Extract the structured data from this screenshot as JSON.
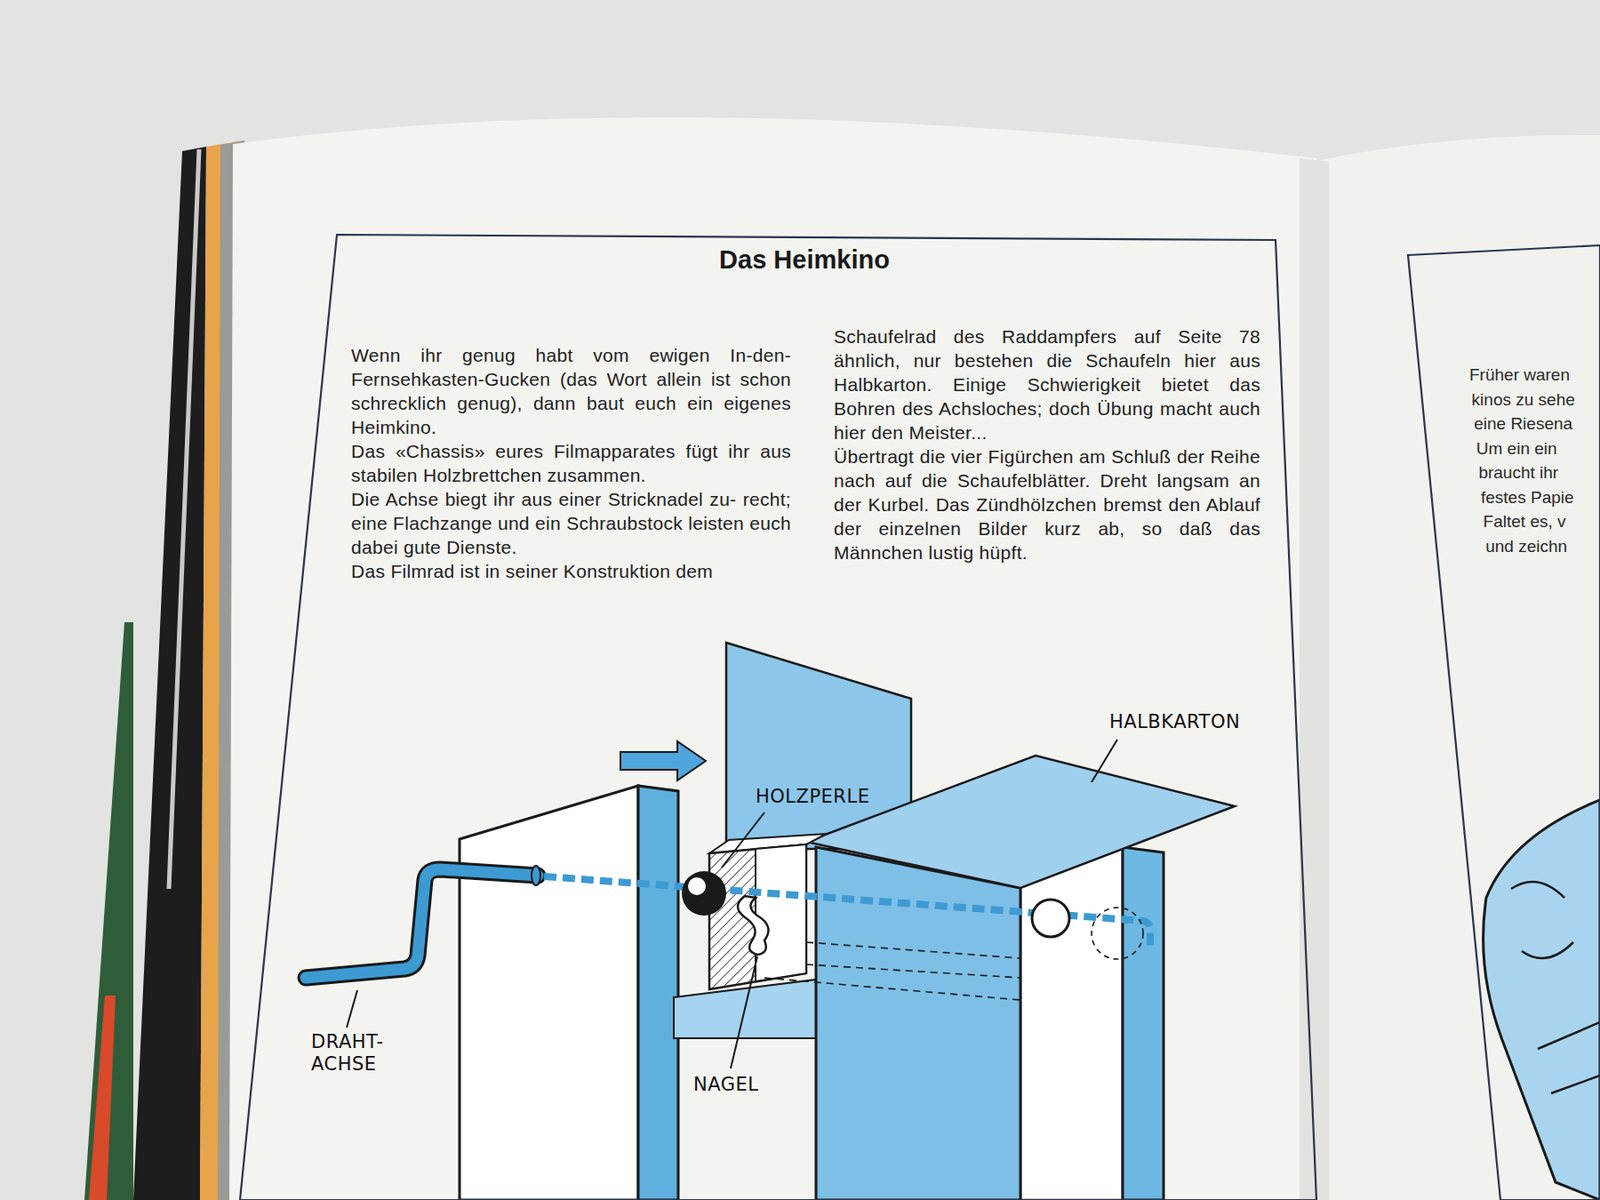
{
  "diagram": {
    "title": "Das Heimkino",
    "nodes": [
      {
        "text": [
          "Wenn ihr genug habt vom ewigen In-den- Fernsehkasten-Gucken (das Wort allein ist schon schrecklich genug), dann baut euch ein eigenes Heimkino.",
          "Das «Chassis» eures Filmapparates fügt ihr aus stabilen Holzbrettchen zusammen.",
          "Die Achse biegt ihr aus einer Stricknadel zu- recht; eine Flachzange und ein Schraubstock leisten euch dabei gute Dienste.",
          "Das Filmrad ist in seiner Konstruktion dem",
          "Schaufelrad des Raddampfers auf Seite 78 ähnlich, nur bestehen die Schaufeln hier aus Halbkarton. Einige Schwierigkeit bietet das Bohren des Achsloches; doch Übung macht auch hier den Meister...",
          "Übertragt die vier Figürchen am Schluß der Reihe nach auf die Schaufelblätter. Dreht langsam an der Kurbel. Das Zündhölzchen bremst den Ablauf der einzelnen Bilder kurz ab, so daß das Männchen lustig hüpft."
        ]
      },
      {
        "text": [
          "Früher waren",
          "kinos zu sehe",
          "eine Riesena",
          "Um ein ein",
          "braucht ihr",
          "festes Papie",
          "Faltet es, v",
          "und zeichn"
        ]
      }
    ],
    "labels": [
      "HALBKARTON",
      "HOLZPERLE",
      "DRAHT- ACHSE",
      "NAGEL"
    ]
  }
}
